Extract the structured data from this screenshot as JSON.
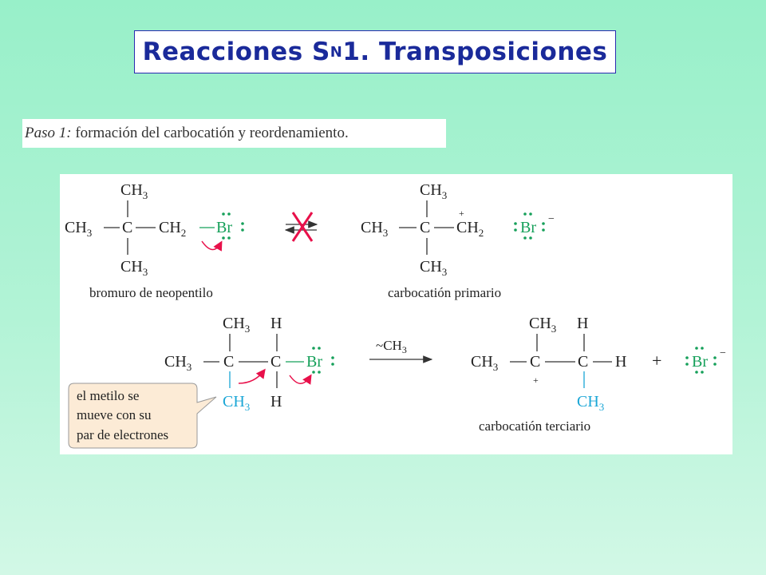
{
  "title": {
    "main": "Reacciones S",
    "subscript": "N",
    "rest": "1. Transposiciones"
  },
  "paso": {
    "label": "Paso 1:",
    "text": " formación del carbocatión y reordenamiento."
  },
  "labels": {
    "neopentyl": "bromuro de neopentilo",
    "primary": "carbocatión primario",
    "tertiary": "carbocatión terciario",
    "migration": "~CH3"
  },
  "callout": {
    "line1": "el metilo se",
    "line2": "mueve con su",
    "line3": "par de electrones"
  },
  "groups": {
    "ch3": "CH",
    "ch2": "CH",
    "c": "C",
    "h": "H",
    "br": "Br",
    "sub3": "3",
    "sub2": "2"
  },
  "symbols": {
    "plus": "+",
    "minus": "−",
    "lone_pair": ":"
  },
  "colors": {
    "title": "#1a2a9a",
    "green": "#16a05a",
    "cyan": "#1aa6d6",
    "red": "#e8104a",
    "bg_top": "#98f0c9"
  }
}
